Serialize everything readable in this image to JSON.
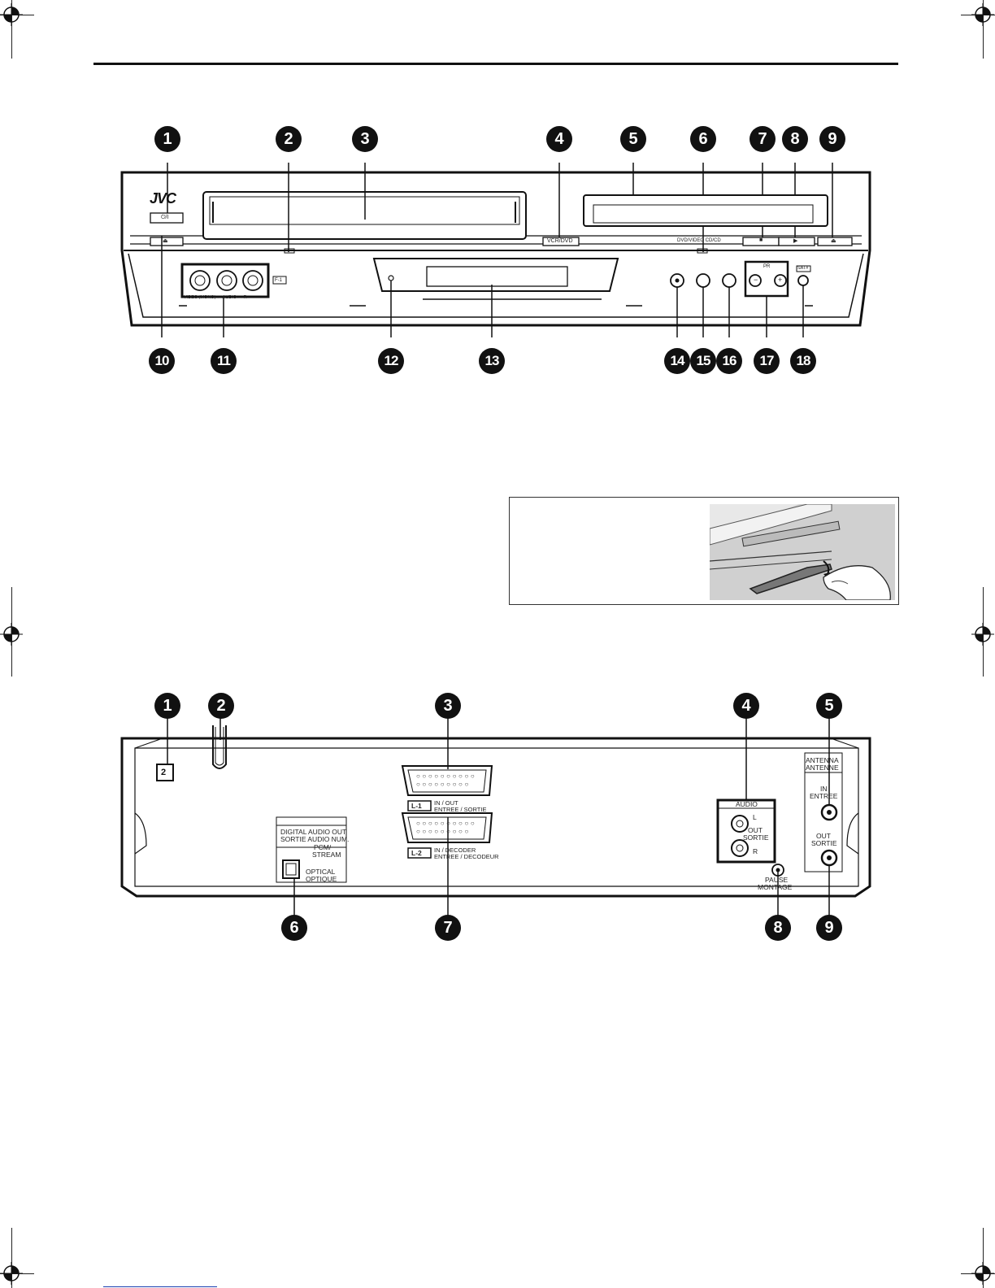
{
  "front_view": {
    "callouts_top": [
      "1",
      "2",
      "3",
      "4",
      "5",
      "6",
      "7",
      "8",
      "9"
    ],
    "callouts_bottom": [
      "10",
      "11",
      "12",
      "13",
      "14",
      "15",
      "16",
      "17",
      "18"
    ],
    "labels": {
      "brand": "JVC",
      "power": "⏻/I",
      "eject_vcr": "⏏",
      "vcr_dvd": "VCR/DVD",
      "dvd_video_cd": "DVD/VIDEO CD/CD",
      "stop": "■",
      "play": "▶",
      "eject_dvd": "⏏",
      "front_input": "VIDEO (MONO) ← AUDIO → R",
      "input_tag": "F-1",
      "pr": "PR",
      "minus": "−",
      "plus": "+",
      "sat": "SAT#"
    }
  },
  "rear_view": {
    "callouts_top": [
      "1",
      "2",
      "3",
      "4",
      "5"
    ],
    "callouts_bottom": [
      "6",
      "7",
      "8",
      "9"
    ],
    "labels": {
      "ac_symbol": "2",
      "digital_out_line1": "DIGITAL AUDIO OUT",
      "digital_out_line2": "SORTIE AUDIO NUM.",
      "pcm": "PCM/",
      "stream": "STREAM",
      "optical": "OPTICAL",
      "optique": "OPTIQUE",
      "l1_tag": "L-1",
      "l1_text1": "IN / OUT",
      "l1_text2": "ENTREE / SORTIE",
      "l2_tag": "L-2",
      "l2_text1": "IN / DECODER",
      "l2_text2": "ENTREE / DECODEUR",
      "audio": "AUDIO",
      "audio_l": "L",
      "audio_out": "OUT",
      "audio_sortie": "SORTIE",
      "audio_r": "R",
      "pause1": "PAUSE",
      "pause2": "MONTAGE",
      "antenna1": "ANTENNA",
      "antenna2": "ANTENNE",
      "ant_in": "IN",
      "ant_entree": "ENTREE",
      "ant_out": "OUT",
      "ant_sortie": "SORTIE"
    }
  }
}
